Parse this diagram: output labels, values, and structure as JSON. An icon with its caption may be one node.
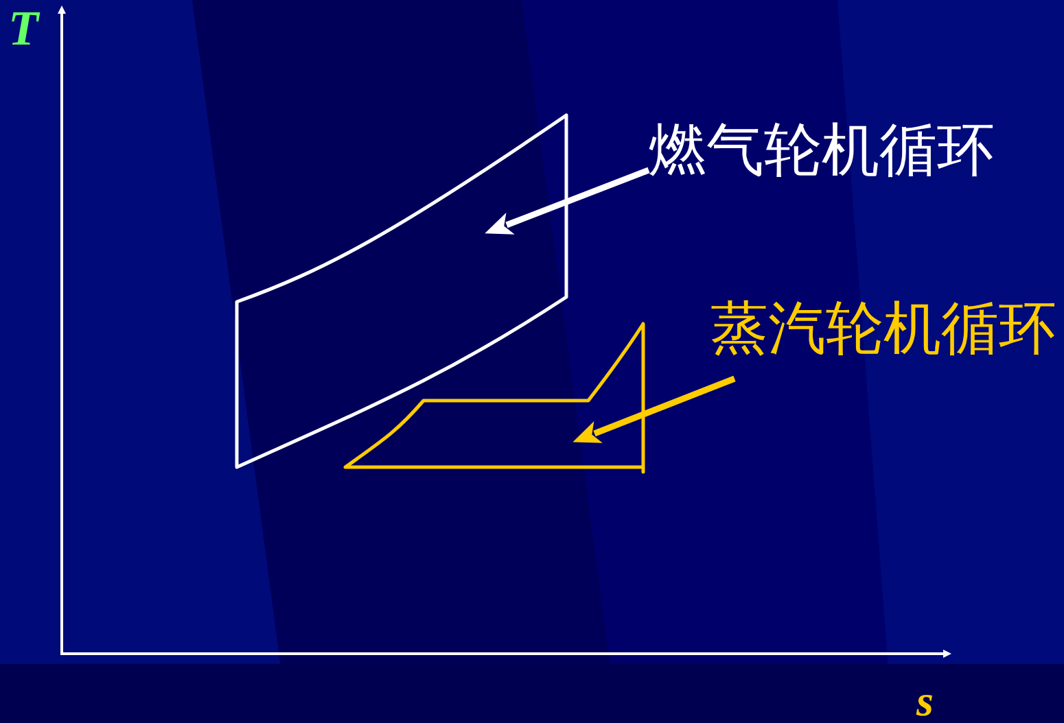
{
  "diagram": {
    "nodes": [
      {
        "text": [
          "燃气轮机循环"
        ]
      },
      {
        "text": [],
        "shape": "polygon"
      },
      {
        "text": [
          "蒸汽轮机循环"
        ]
      },
      {
        "text": [],
        "shape": "polygon"
      }
    ],
    "edges": [
      {
        "from": 0,
        "to": 1,
        "arrow": "to",
        "color": "#ffffff"
      },
      {
        "from": 2,
        "to": 3,
        "arrow": "to",
        "color": "#ffcc00"
      }
    ],
    "labels": [
      "T",
      "s"
    ]
  }
}
